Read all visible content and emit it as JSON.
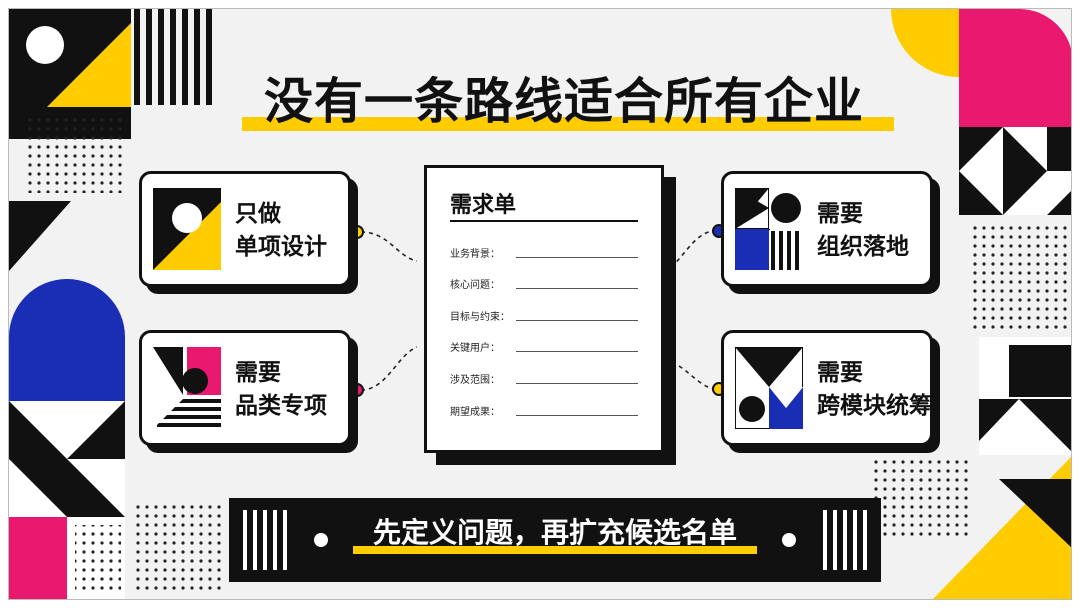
{
  "headline": "没有一条路线适合所有企业",
  "cards": [
    {
      "line1": "只做",
      "line2": "单项设计",
      "icon": "circle-diagonal-icon"
    },
    {
      "line1": "需要",
      "line2": "品类专项",
      "icon": "stripes-semicircle-icon"
    },
    {
      "line1": "需要",
      "line2": "组织落地",
      "icon": "grid-blocks-icon"
    },
    {
      "line1": "需要",
      "line2": "跨模块统筹",
      "icon": "triangles-circle-icon"
    }
  ],
  "form": {
    "title": "需求单",
    "fields": [
      "业务背景：",
      "核心问题：",
      "目标与约束：",
      "关键用户：",
      "涉及范围：",
      "期望成果："
    ]
  },
  "banner": {
    "text": "先定义问题，再扩充候选名单"
  },
  "colors": {
    "yellow": "#ffcc00",
    "pink": "#e8196e",
    "blue": "#1a2eb5",
    "black": "#111111",
    "background": "#f2f2f2"
  }
}
